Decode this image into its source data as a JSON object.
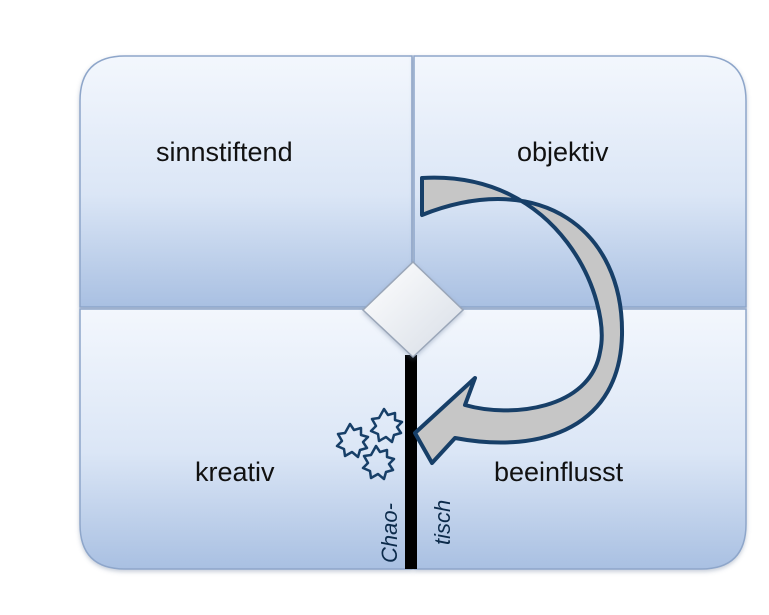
{
  "quadrants": {
    "top_left": "sinnstiftend",
    "top_right": "objektiv",
    "bottom_left": "kreativ",
    "bottom_right": "beeinflusst"
  },
  "divider_label": {
    "part1": "Chao-",
    "part2": "tisch"
  },
  "colors": {
    "quadrant_top": "#f2f6fd",
    "quadrant_bottom": "#9eb6dc",
    "border": "#8aa3c8",
    "arrow_fill": "#c8c8c8",
    "arrow_outline": "#163e66",
    "divider_bar": "#000000",
    "badge_outline": "#163e66"
  }
}
